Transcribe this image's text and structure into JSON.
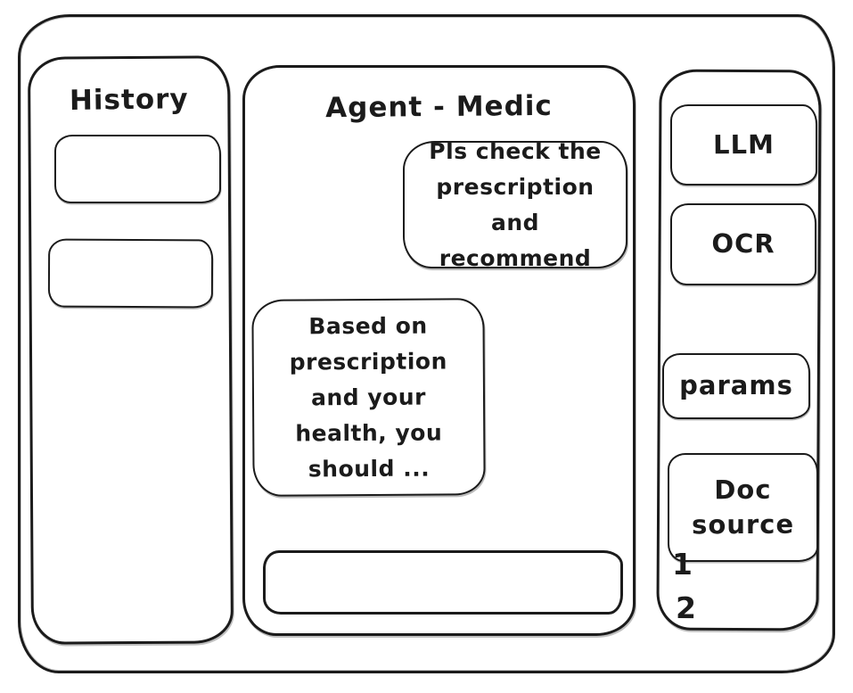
{
  "colors": {
    "stroke": "#1b1b1b",
    "background": "#ffffff"
  },
  "history_panel": {
    "title": "History",
    "items": [
      {
        "label": ""
      },
      {
        "label": ""
      }
    ]
  },
  "chat": {
    "title": "Agent - Medic",
    "messages": [
      {
        "role": "user",
        "text": "Pls check the prescription and recommend"
      },
      {
        "role": "agent",
        "text": "Based on prescription and your health, you should ..."
      }
    ],
    "input": {
      "value": "",
      "placeholder": ""
    }
  },
  "tools_panel": {
    "buttons": [
      {
        "label": "LLM"
      },
      {
        "label": "OCR"
      },
      {
        "label": "params"
      },
      {
        "label": "Doc source"
      }
    ],
    "annotations": [
      {
        "label": "1"
      },
      {
        "label": "2"
      }
    ]
  }
}
